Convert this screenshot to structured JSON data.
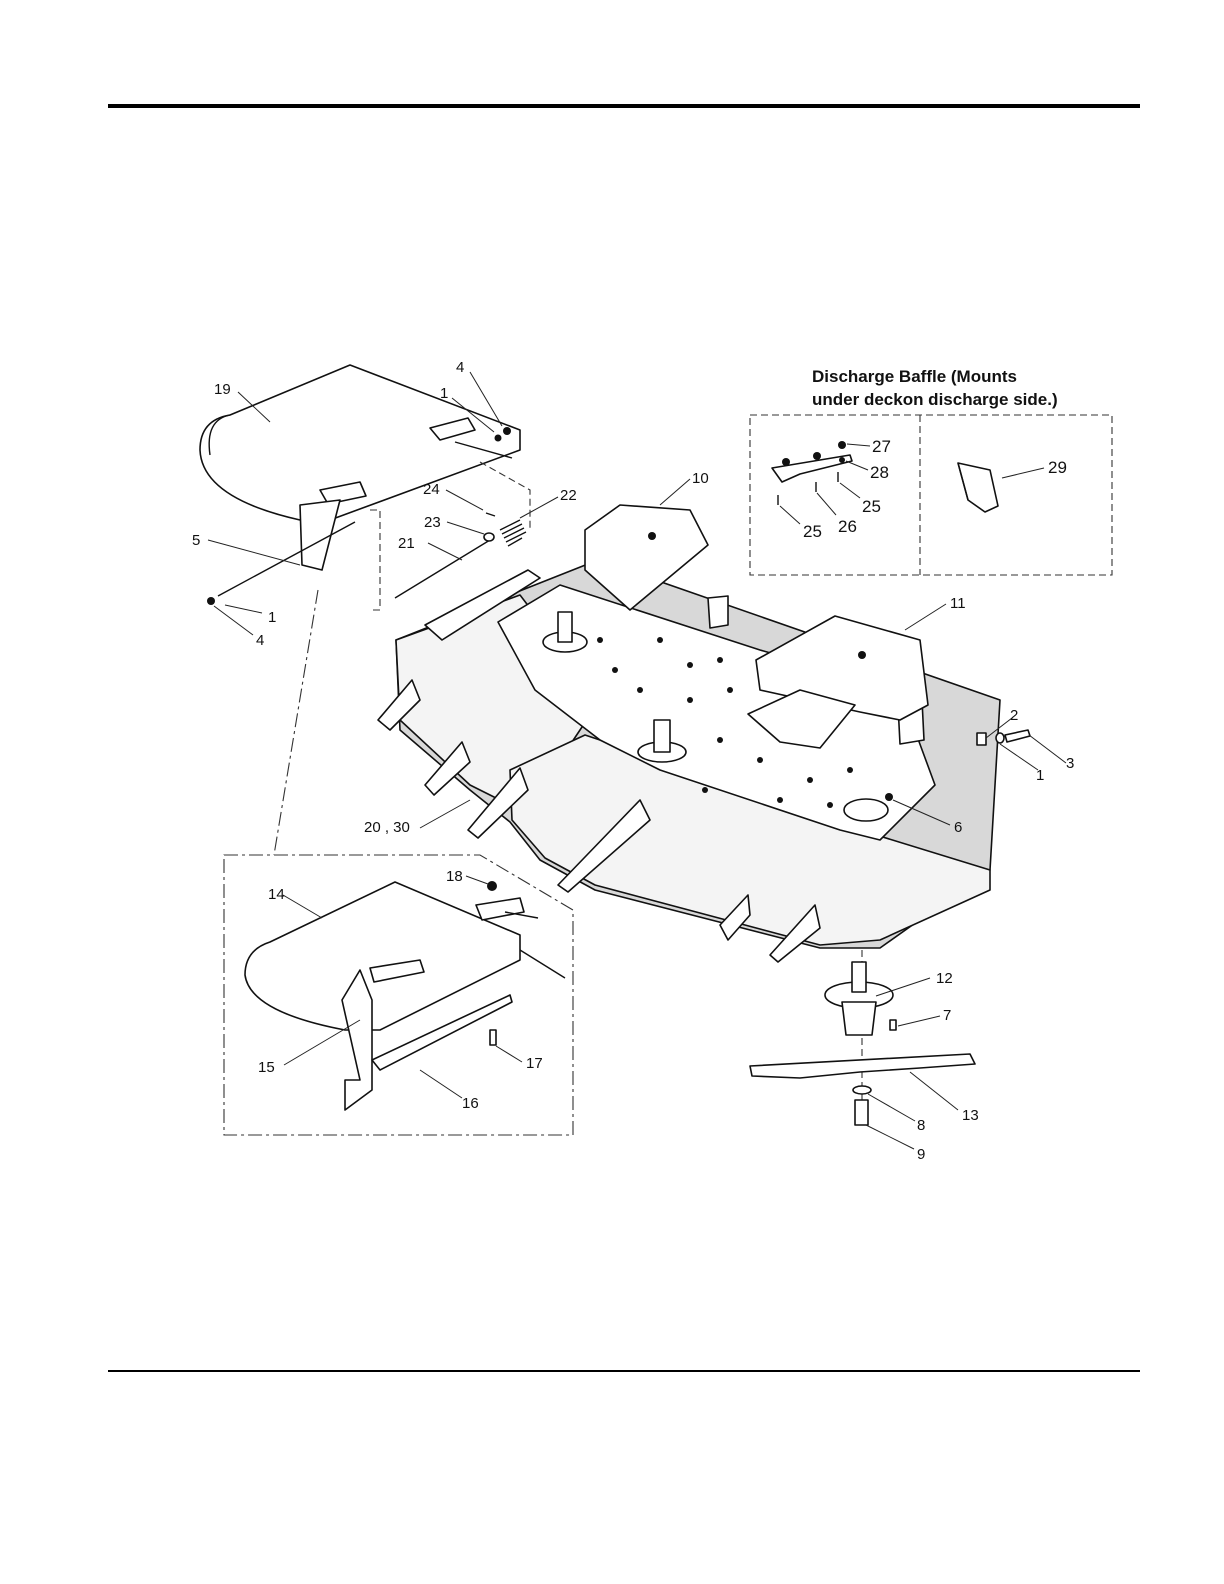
{
  "baffle_title": {
    "line1": "Discharge Baffle (Mounts",
    "line2": "under deckon discharge side.)"
  },
  "callouts": {
    "c1a": "1",
    "c1b": "1",
    "c1c": "1",
    "c2": "2",
    "c3": "3",
    "c4a": "4",
    "c4b": "4",
    "c5": "5",
    "c6": "6",
    "c7": "7",
    "c8": "8",
    "c9": "9",
    "c10": "10",
    "c11": "11",
    "c12": "12",
    "c13": "13",
    "c14": "14",
    "c15": "15",
    "c16": "16",
    "c17": "17",
    "c18": "18",
    "c19": "19",
    "c20_30": "20 , 30",
    "c21": "21",
    "c22": "22",
    "c23": "23",
    "c24": "24",
    "c25a": "25",
    "c25b": "25",
    "c26": "26",
    "c27": "27",
    "c28": "28",
    "c29": "29"
  }
}
